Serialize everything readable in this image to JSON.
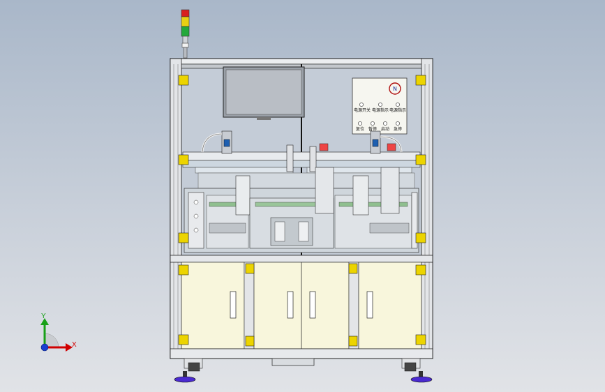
{
  "viewport": {
    "title": ""
  },
  "panel": {
    "buttons_top": [
      "电源开关",
      "电源指示",
      "电源指示"
    ],
    "buttons_bottom": [
      "复位",
      "暂停",
      "启动",
      "急停"
    ]
  },
  "axis": {
    "x_label": "X",
    "y_label": "Y",
    "colors": {
      "x": "#d00000",
      "y": "#18a018",
      "z": "#1a3fd0"
    }
  },
  "stack_light": {
    "colors": [
      "#d81e1e",
      "#e8d012",
      "#22a83a"
    ]
  }
}
